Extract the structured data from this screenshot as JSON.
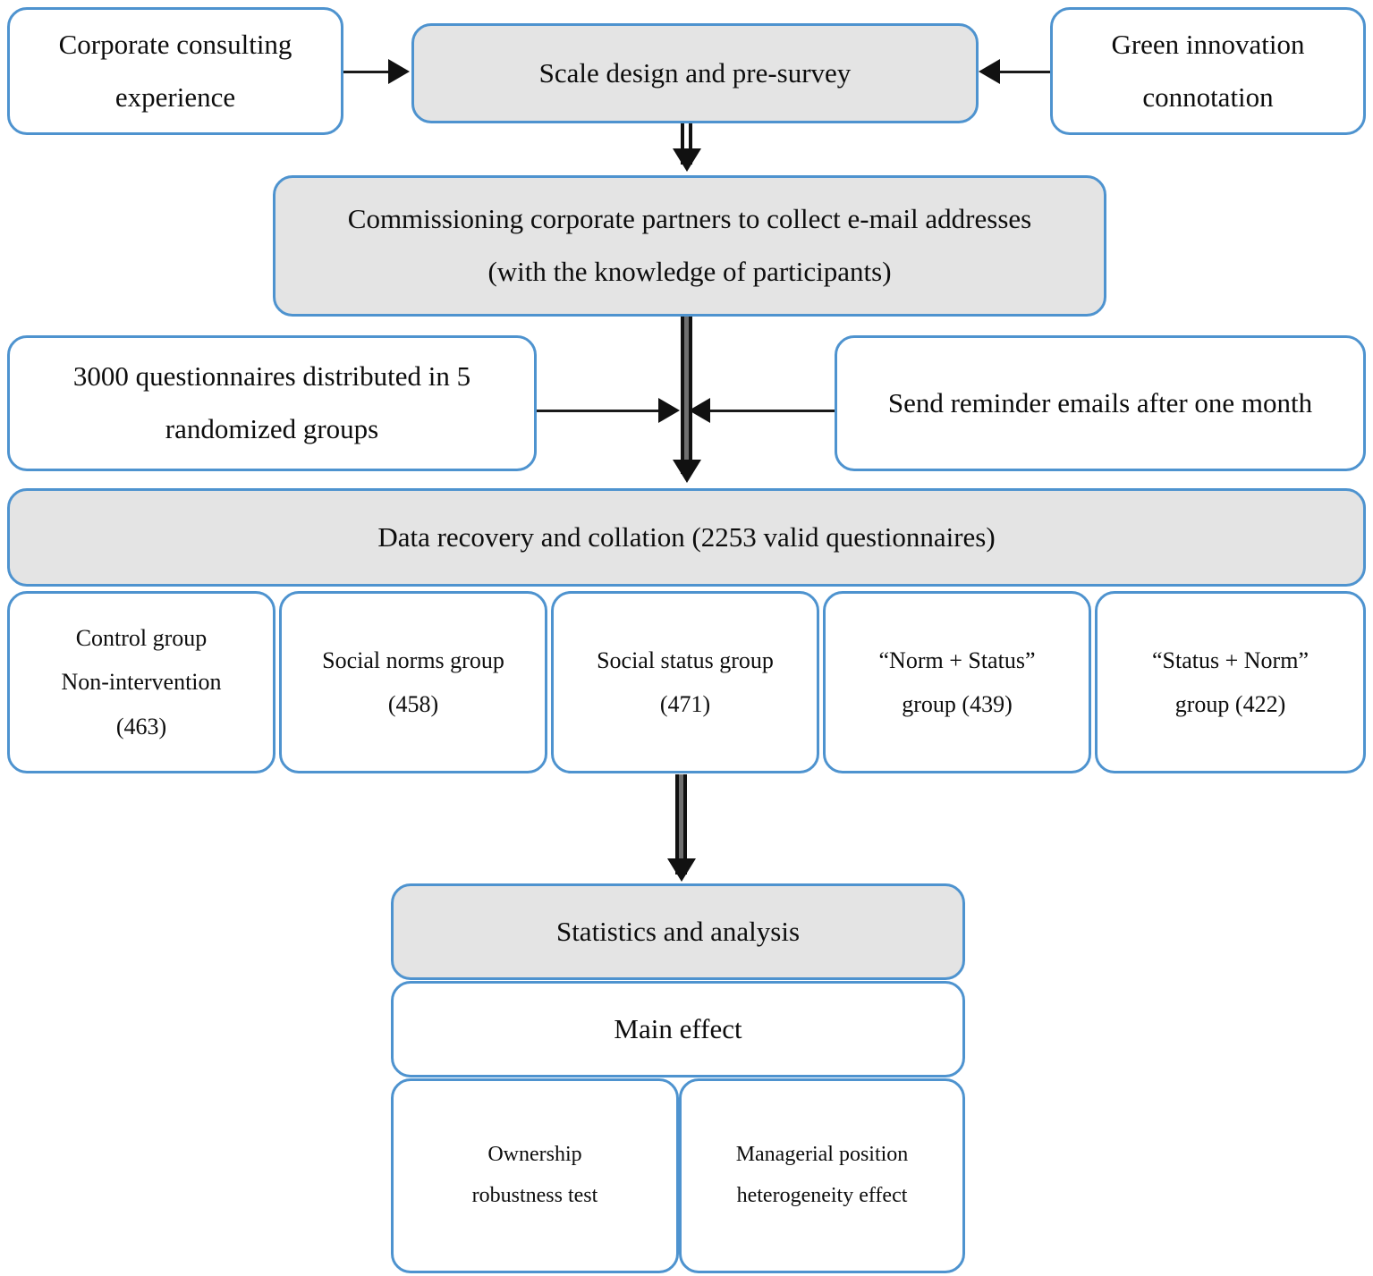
{
  "diagram": {
    "type": "flowchart",
    "title": "Research design and data-collection flow",
    "palette": {
      "node_border": "#4E93CF",
      "node_fill_white": "#FFFFFF",
      "node_fill_shaded": "#E4E4E4",
      "arrow": "#111111",
      "text": "#0D0D0D"
    },
    "nodes": {
      "corporate_consulting": {
        "lines": [
          "Corporate consulting",
          "experience"
        ],
        "fill": "white"
      },
      "scale_design": {
        "lines": [
          "Scale design and pre-survey"
        ],
        "fill": "shaded"
      },
      "green_innovation": {
        "lines": [
          "Green innovation",
          "connotation"
        ],
        "fill": "white"
      },
      "commissioning": {
        "lines": [
          "Commissioning corporate partners to collect e-mail addresses",
          "(with the knowledge of participants)"
        ],
        "fill": "shaded"
      },
      "questionnaires_3000": {
        "lines": [
          "3000 questionnaires distributed in 5",
          "randomized groups"
        ],
        "fill": "white"
      },
      "reminder_emails": {
        "lines": [
          "Send reminder emails after one month"
        ],
        "fill": "white"
      },
      "data_recovery": {
        "lines": [
          "Data recovery and collation (2253 valid questionnaires)"
        ],
        "fill": "shaded"
      },
      "statistics_analysis": {
        "lines": [
          "Statistics and analysis"
        ],
        "fill": "shaded"
      },
      "main_effect": {
        "lines": [
          "Main effect"
        ],
        "fill": "white"
      },
      "ownership_robustness": {
        "lines": [
          "Ownership",
          "robustness test"
        ],
        "fill": "white"
      },
      "managerial_position": {
        "lines": [
          "Managerial position",
          "heterogeneity effect"
        ],
        "fill": "white"
      }
    },
    "groups": [
      {
        "lines": [
          "Control group",
          "Non-intervention",
          "(463)"
        ],
        "name": "Control group",
        "n": 463
      },
      {
        "lines": [
          "Social norms group",
          "(458)"
        ],
        "name": "Social norms group",
        "n": 458
      },
      {
        "lines": [
          "Social status group",
          "(471)"
        ],
        "name": "Social status group",
        "n": 471
      },
      {
        "lines": [
          "“Norm + Status”",
          "group (439)"
        ],
        "name": "“Norm + Status” group",
        "n": 439
      },
      {
        "lines": [
          "“Status + Norm”",
          "group (422)"
        ],
        "name": "“Status + Norm” group",
        "n": 422
      }
    ],
    "totals": {
      "distributed": 3000,
      "valid": 2253,
      "group_count": 5
    },
    "edges": [
      {
        "from": "corporate_consulting",
        "to": "scale_design",
        "direction": "right",
        "style": "thin-line"
      },
      {
        "from": "green_innovation",
        "to": "scale_design",
        "direction": "left",
        "style": "thin-line"
      },
      {
        "from": "scale_design",
        "to": "commissioning",
        "direction": "down",
        "style": "outlined-block"
      },
      {
        "from": "commissioning",
        "to": "data_recovery",
        "direction": "down",
        "style": "outlined-block"
      },
      {
        "from": "questionnaires_3000",
        "to": "commissioning-to-data-recovery",
        "direction": "right",
        "style": "thin-line"
      },
      {
        "from": "reminder_emails",
        "to": "commissioning-to-data-recovery",
        "direction": "left",
        "style": "thin-line"
      },
      {
        "from": "groups",
        "to": "statistics_analysis",
        "direction": "down",
        "style": "outlined-block"
      }
    ]
  }
}
